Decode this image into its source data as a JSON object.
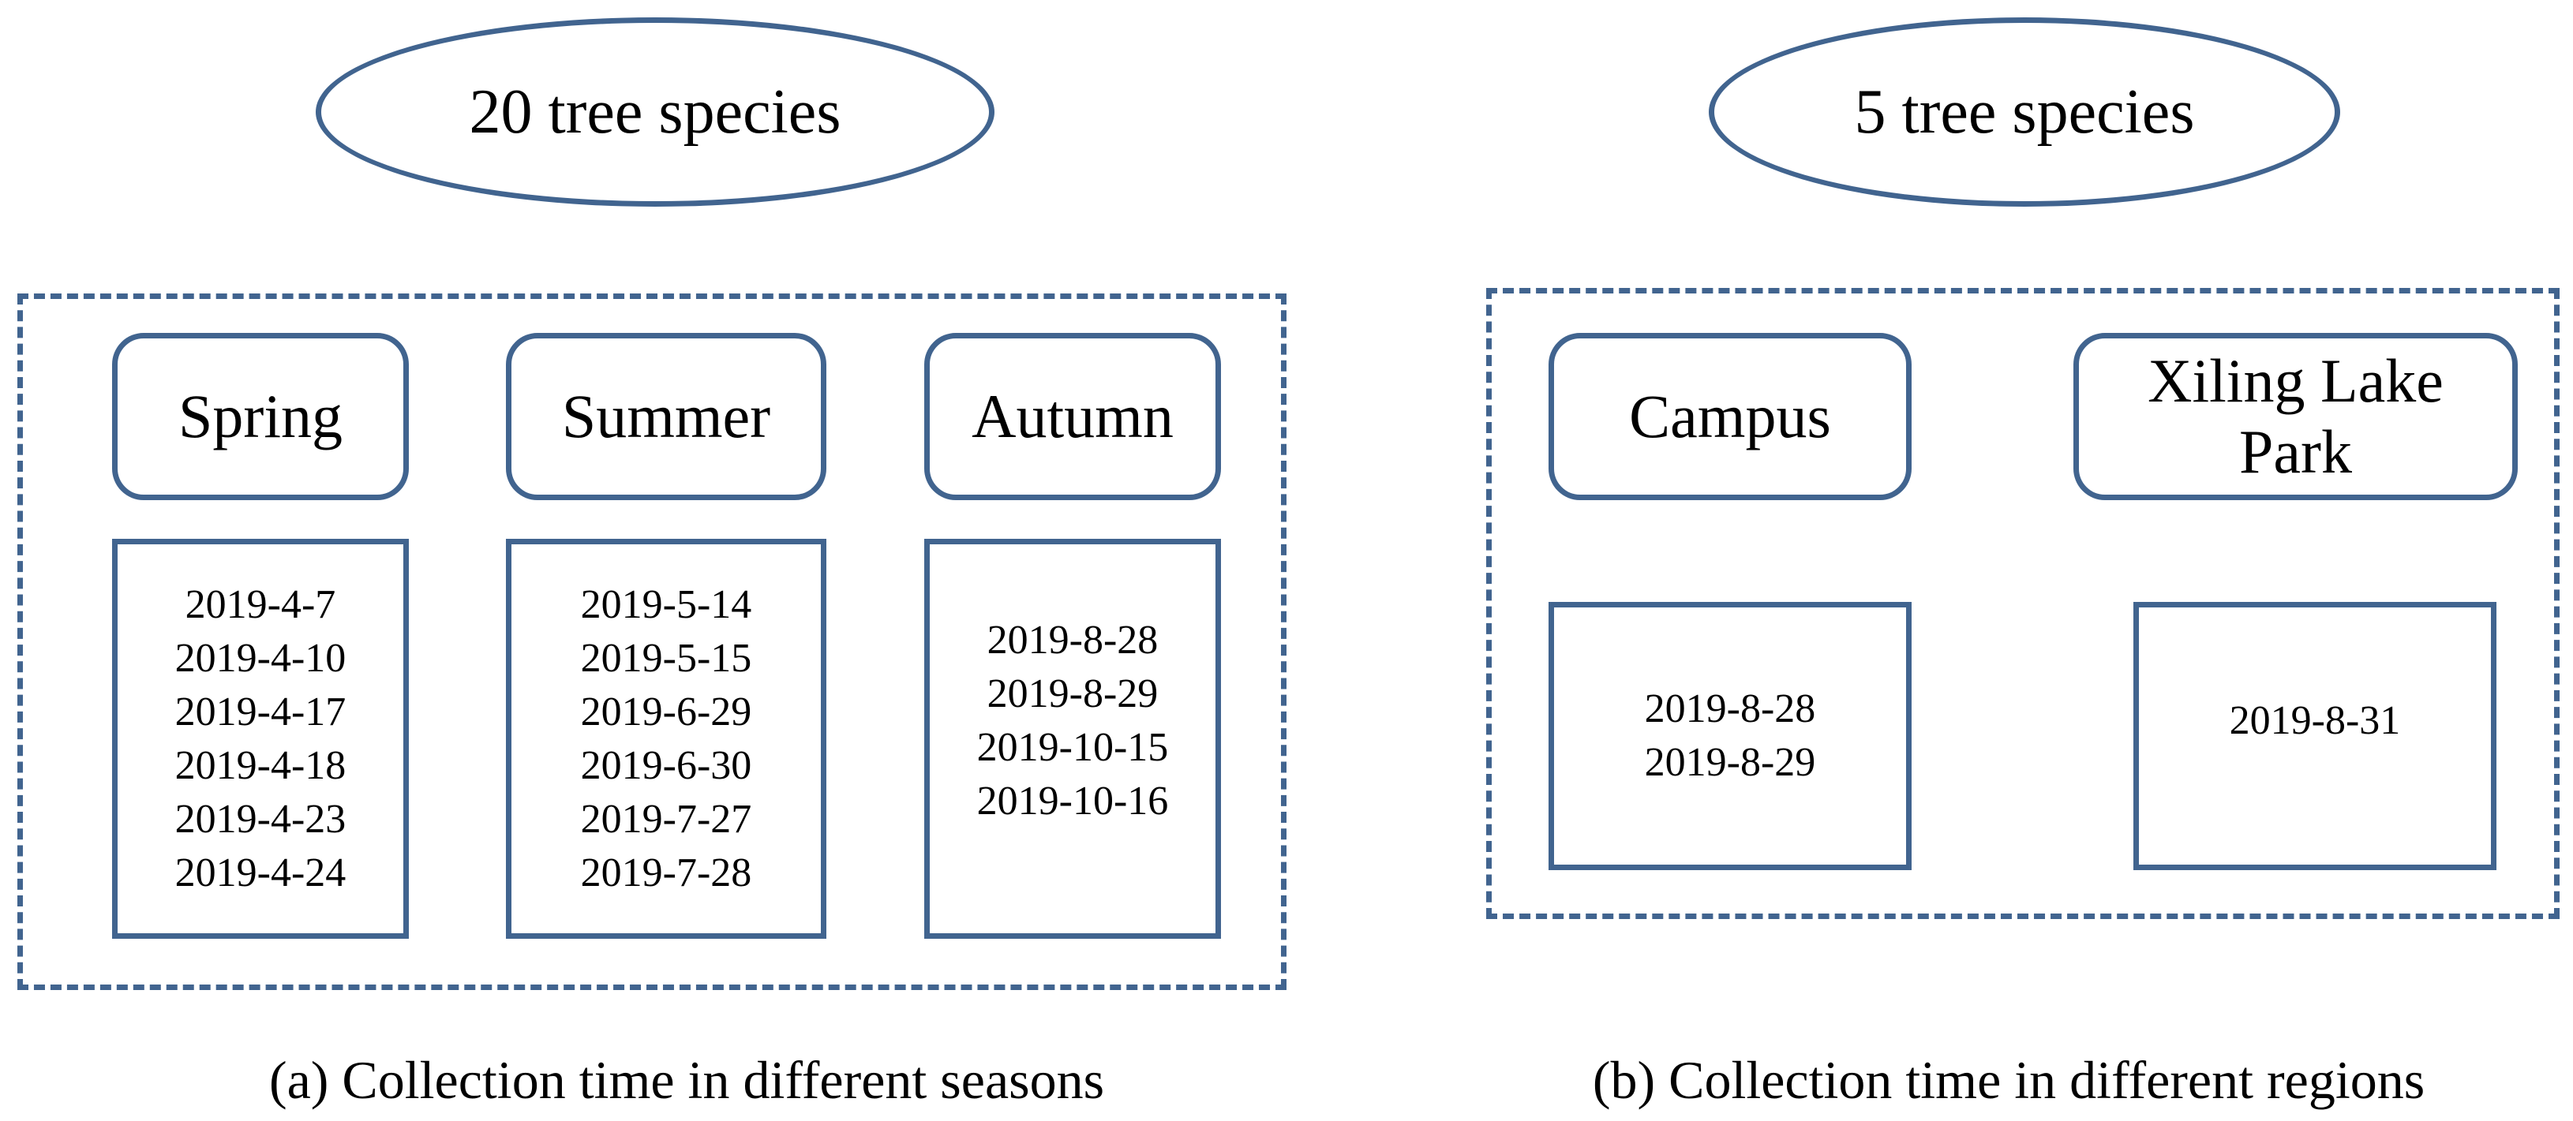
{
  "panel_a": {
    "ellipse_label": "20 tree species",
    "columns": [
      {
        "header": "Spring",
        "dates": [
          "2019-4-7",
          "2019-4-10",
          "2019-4-17",
          "2019-4-18",
          "2019-4-23",
          "2019-4-24"
        ]
      },
      {
        "header": "Summer",
        "dates": [
          "2019-5-14",
          "2019-5-15",
          "2019-6-29",
          "2019-6-30",
          "2019-7-27",
          "2019-7-28"
        ]
      },
      {
        "header": "Autumn",
        "dates": [
          "2019-8-28",
          "2019-8-29",
          "2019-10-15",
          "2019-10-16"
        ]
      }
    ],
    "caption": "(a) Collection time in different seasons"
  },
  "panel_b": {
    "ellipse_label": "5 tree species",
    "columns": [
      {
        "header": "Campus",
        "dates": [
          "2019-8-28",
          "2019-8-29"
        ]
      },
      {
        "header_lines": [
          "Xiling Lake",
          "Park"
        ],
        "dates": [
          "2019-8-31"
        ]
      }
    ],
    "caption": "(b) Collection time in different regions"
  },
  "colors": {
    "border": "#41648f",
    "text": "#000000",
    "background": "#ffffff"
  }
}
